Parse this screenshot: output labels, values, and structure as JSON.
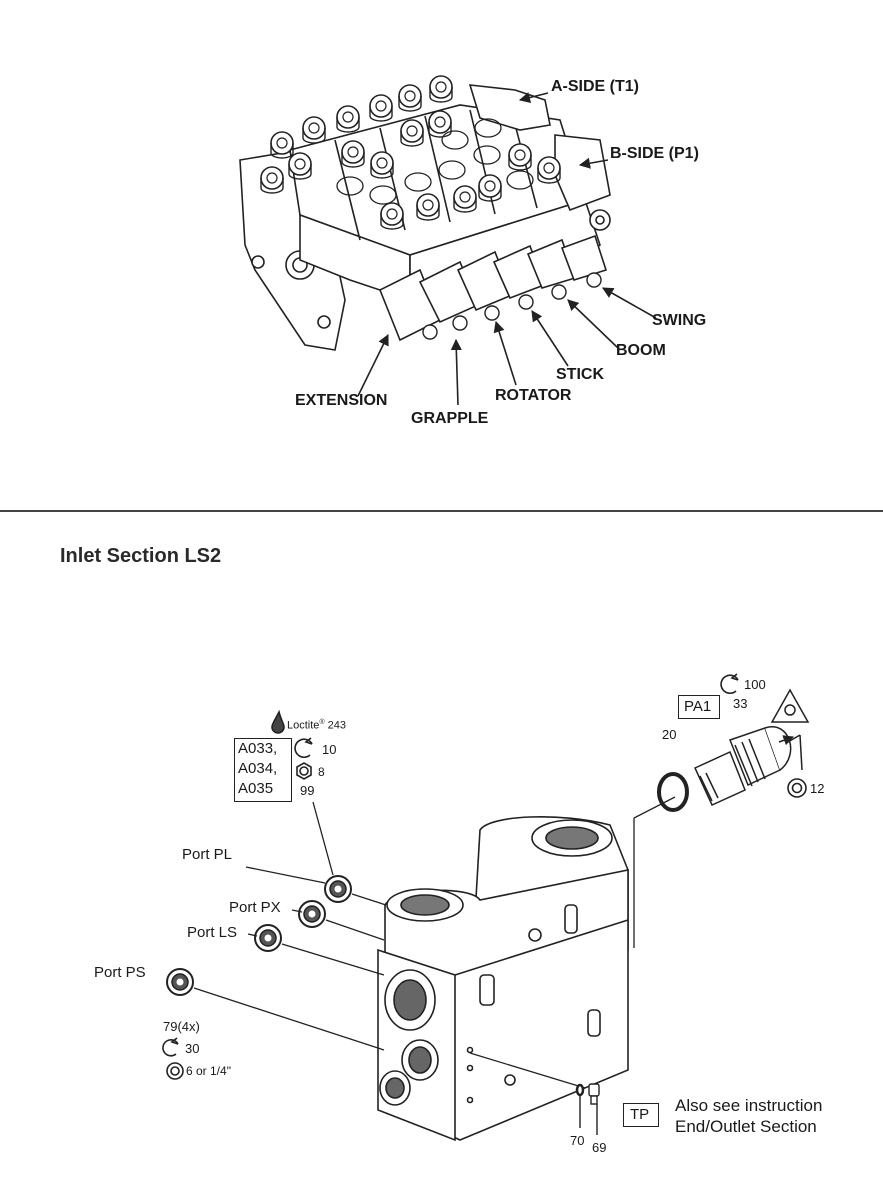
{
  "top_diagram": {
    "labels": {
      "a_side": "A-SIDE (T1)",
      "b_side": "B-SIDE (P1)",
      "swing": "SWING",
      "boom": "BOOM",
      "stick": "STICK",
      "rotator": "ROTATOR",
      "grapple": "GRAPPLE",
      "extension": "EXTENSION"
    }
  },
  "section_title": "Inlet Section LS2",
  "bottom_diagram": {
    "loctite": {
      "brand": "Loctite",
      "registered": "®",
      "number": "243"
    },
    "plug_codes": [
      "A033,",
      "A034,",
      "A035"
    ],
    "torque_10": "10",
    "hex_8": "8",
    "part_99": "99",
    "ports": {
      "pl": "Port PL",
      "px": "Port PX",
      "ls": "Port LS",
      "ps": "Port PS"
    },
    "ps_qty": "79(4x)",
    "ps_torque": "30",
    "ps_wrench": "6 or 1/4\"",
    "pa1": "PA1",
    "torque_100": "100",
    "part_33": "33",
    "part_20": "20",
    "part_12": "12",
    "tp": "TP",
    "note_line1": "Also see instruction",
    "note_line2": "End/Outlet Section",
    "part_70": "70",
    "part_69": "69"
  }
}
